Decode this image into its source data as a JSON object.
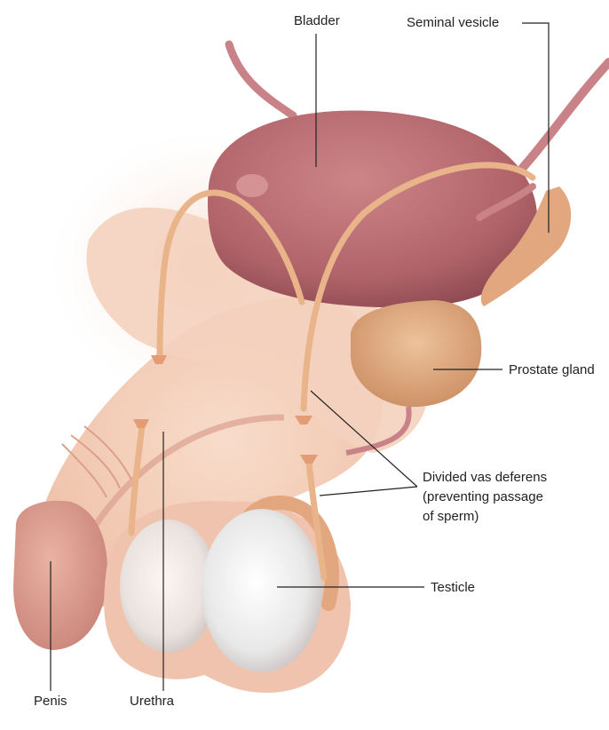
{
  "diagram": {
    "labels": {
      "bladder": "Bladder",
      "seminal_vesicle": "Seminal vesicle",
      "prostate_gland": "Prostate gland",
      "vas_line1": "Divided vas deferens",
      "vas_line2": "(preventing passage",
      "vas_line3": "of sperm)",
      "testicle": "Testicle",
      "penis": "Penis",
      "urethra": "Urethra"
    },
    "colors": {
      "skin": "#f3cdb8",
      "skin_shadow": "#e2a88e",
      "bladder": "#b86b6f",
      "bladder_dark": "#9a4f56",
      "duct": "#eab48a",
      "prostate": "#dea57a",
      "testicle": "#e9e9e9",
      "vessel": "#c98388",
      "leader_line": "#222222"
    }
  }
}
